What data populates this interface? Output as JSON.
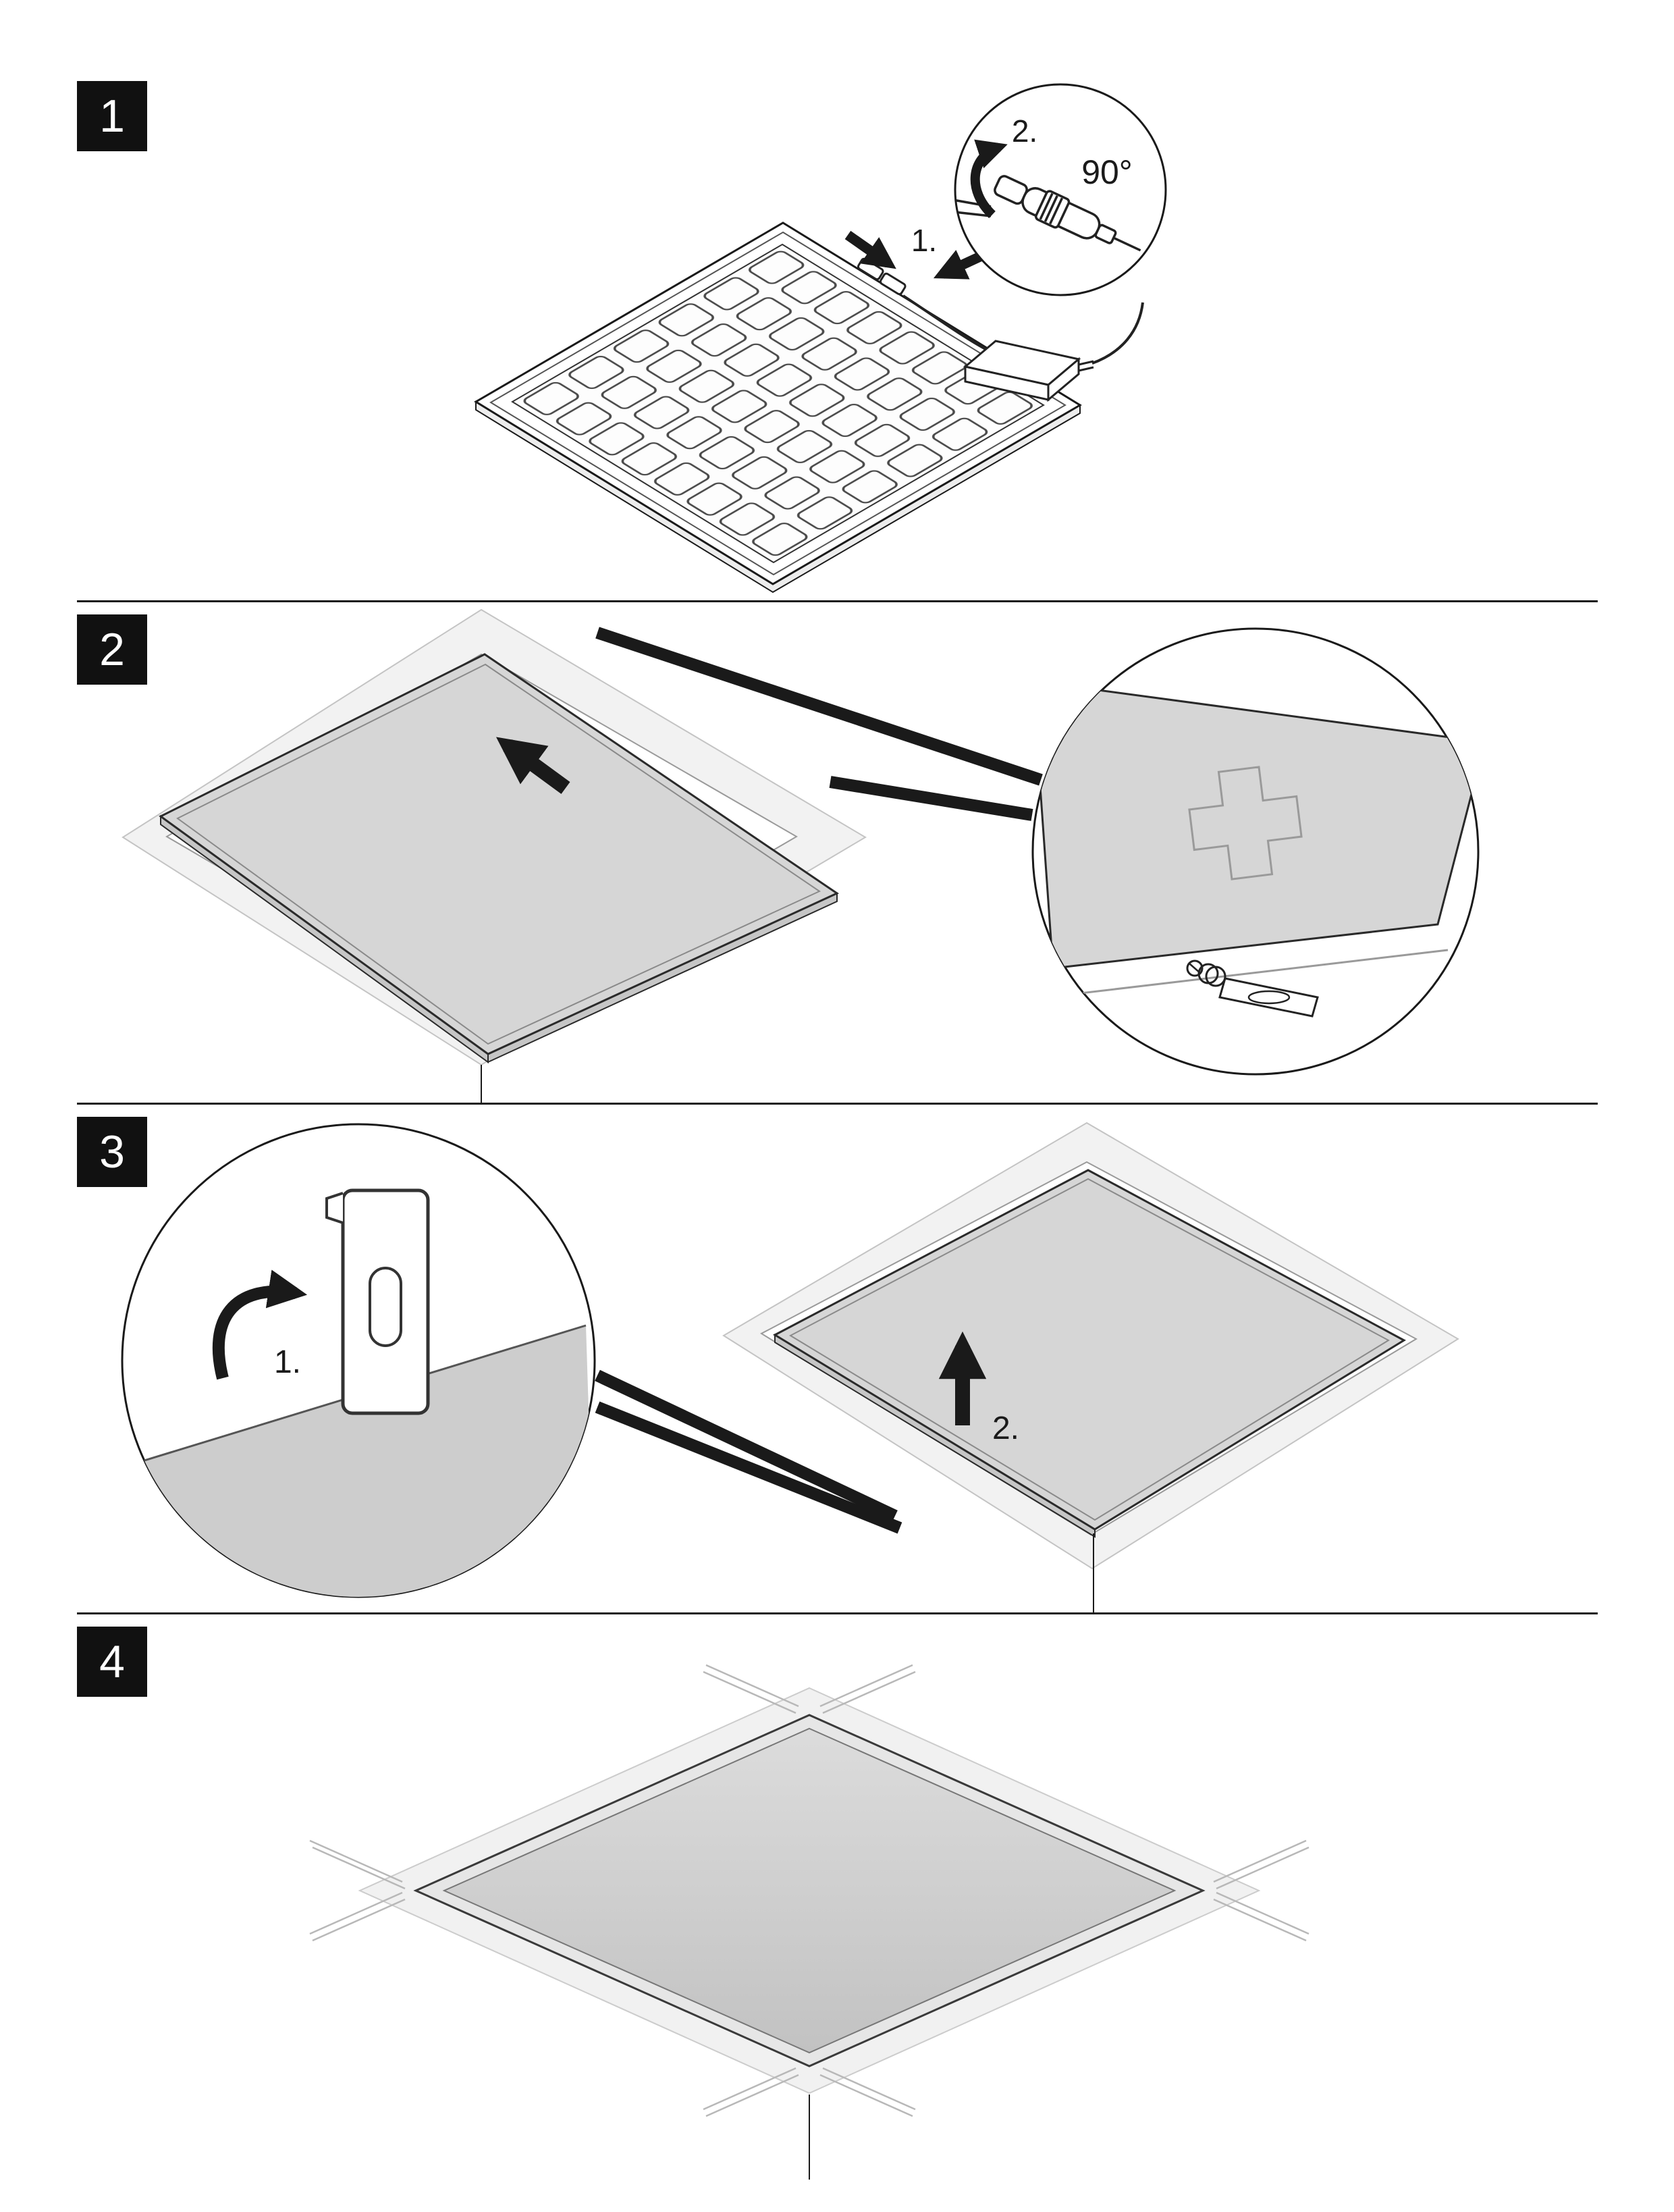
{
  "steps": [
    {
      "number": "1"
    },
    {
      "number": "2"
    },
    {
      "number": "3"
    },
    {
      "number": "4"
    }
  ],
  "step1": {
    "plug_label": "1.",
    "rotate_label": "2.",
    "angle_label": "90°"
  },
  "step3": {
    "clip_label": "1.",
    "lift_label": "2."
  },
  "colors": {
    "line": "#1a1a1a",
    "panel_fill": "#d6d6d6",
    "ceiling_fill": "#f2f2f2",
    "badge_bg": "#111111",
    "badge_text": "#ffffff"
  }
}
